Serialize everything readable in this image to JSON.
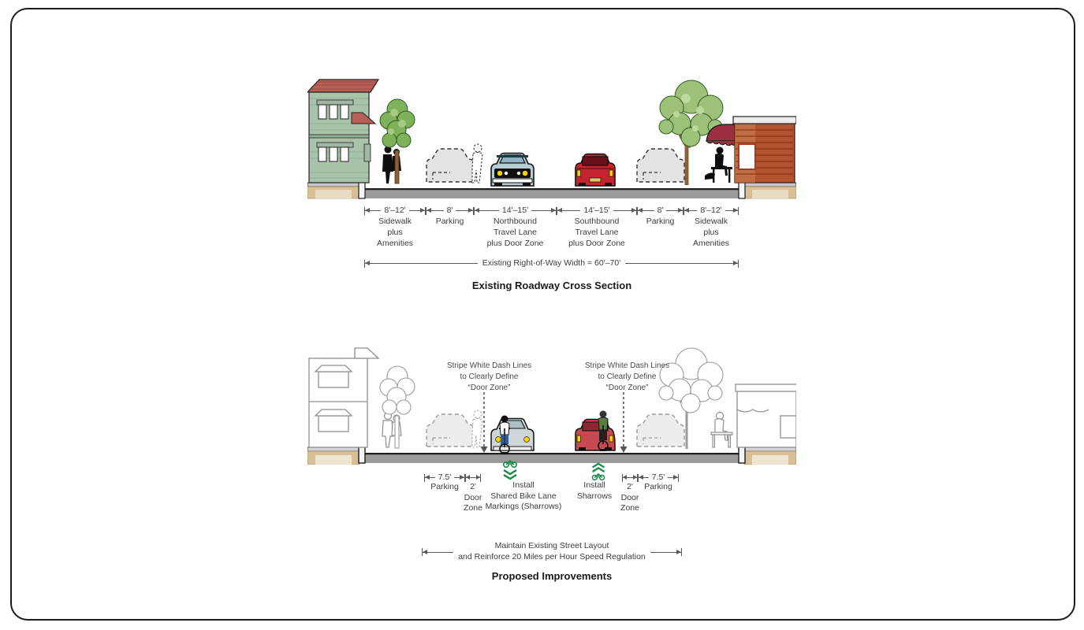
{
  "existing": {
    "dims": [
      {
        "value": "8'–12'",
        "label": "Sidewalk\nplus\nAmenities"
      },
      {
        "value": "8'",
        "label": "Parking"
      },
      {
        "value": "14'–15'",
        "label": "Northbound\nTravel Lane\nplus Door Zone"
      },
      {
        "value": "14'–15'",
        "label": "Southbound\nTravel Lane\nplus Door Zone"
      },
      {
        "value": "8'",
        "label": "Parking"
      },
      {
        "value": "8'–12'",
        "label": "Sidewalk\nplus\nAmenities"
      }
    ],
    "right_of_way": "Existing Right-of-Way Width = 60'–70'",
    "title": "Existing Roadway Cross Section"
  },
  "proposed": {
    "note_left": "Stripe White Dash Lines\nto Clearly Define\n“Door Zone”",
    "note_right": "Stripe White Dash Lines\nto Clearly Define\n“Door Zone”",
    "parking_left_value": "7.5'",
    "parking_left_label": "Parking",
    "door_zone_left_label": "2'\nDoor\nZone",
    "install_sharrow_markings": "Install\nShared Bike Lane\nMarkings (Sharrows)",
    "install_sharrows": "Install\nSharrows",
    "door_zone_right_label": "2'\nDoor\nZone",
    "parking_right_value": "7.5'",
    "parking_right_label": "Parking",
    "maintain_note": "Maintain Existing Street Layout\nand Reinforce 20 Miles per Hour Speed Regulation",
    "title": "Proposed Improvements"
  },
  "colors": {
    "sharrow_green": "#168b47",
    "street_gray": "#9a9a9a",
    "soil_tan": "#d8bf97",
    "house_green": "#a9c3ab",
    "roof_red": "#b95f55",
    "brick_red": "#b2532f",
    "awning_red": "#9c3040",
    "car_southbound_red": "#c32430",
    "car_northbound_blue": "#b7cdd6",
    "dimension_gray": "#5a5a5a"
  }
}
